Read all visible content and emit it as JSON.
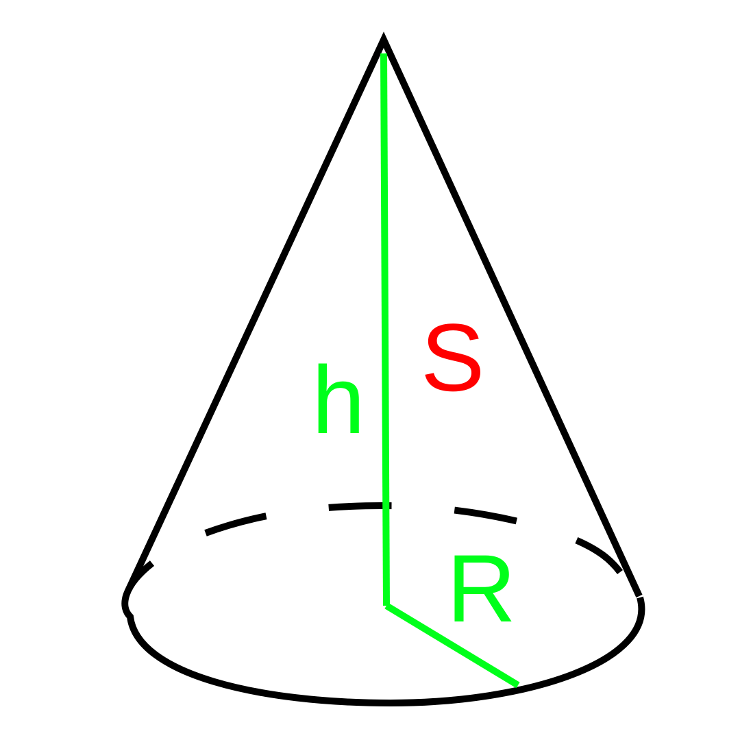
{
  "labels": {
    "height": "h",
    "slant": "S",
    "radius": "R"
  },
  "colors": {
    "outline": "#000000",
    "height_line": "#00ff1a",
    "radius_line": "#00ff1a",
    "height_label": "#00ff1a",
    "slant_label": "#ff0000",
    "radius_label": "#00ff1a",
    "background": "#ffffff"
  }
}
